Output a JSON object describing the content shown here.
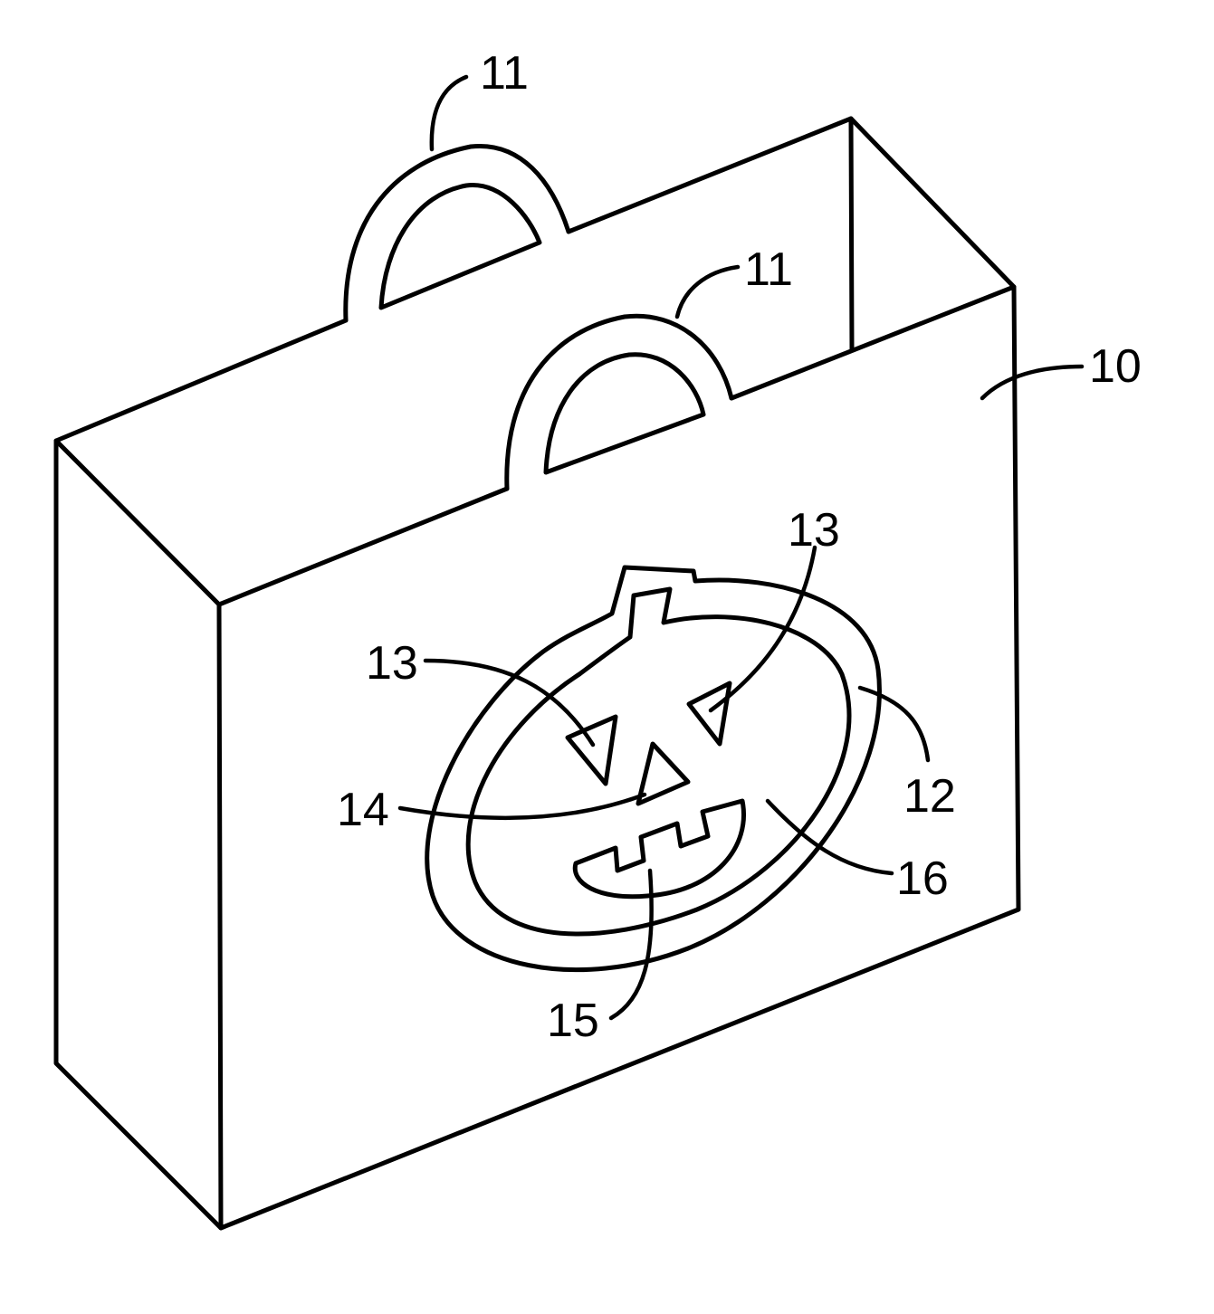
{
  "figure": {
    "subject": "shopping bag with pumpkin face cut-out",
    "line_color": "#000000",
    "background_color": "#ffffff"
  },
  "labels": {
    "bag": "10",
    "handle_rear": "11",
    "handle_front": "11",
    "outer_ring": "12",
    "eye_left": "13",
    "eye_right": "13",
    "nose": "14",
    "mouth": "15",
    "face_panel": "16"
  }
}
